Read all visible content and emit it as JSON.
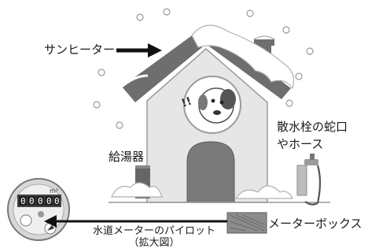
{
  "labels": {
    "sun_heater": "サンヒーター",
    "faucet_line1": "散水栓の蛇口",
    "faucet_line2": "やホース",
    "water_heater": "給湯器",
    "meter_box": "メーターボックス",
    "pilot_line1": "水道メーターのパイロット",
    "pilot_line2": "（拡大図）"
  },
  "meter": {
    "digits": [
      "0",
      "0",
      "0",
      "0",
      "0"
    ],
    "unit": "m³"
  },
  "character": {
    "exclamation": "!!"
  },
  "colors": {
    "roof": "#6e6e6e",
    "wall": "#e6e6e6",
    "door": "#7a7a7a",
    "snow": "#ffffff",
    "outline": "#9a9a9a",
    "arrow": "#111111",
    "meter_box": "#8c8c8c"
  }
}
